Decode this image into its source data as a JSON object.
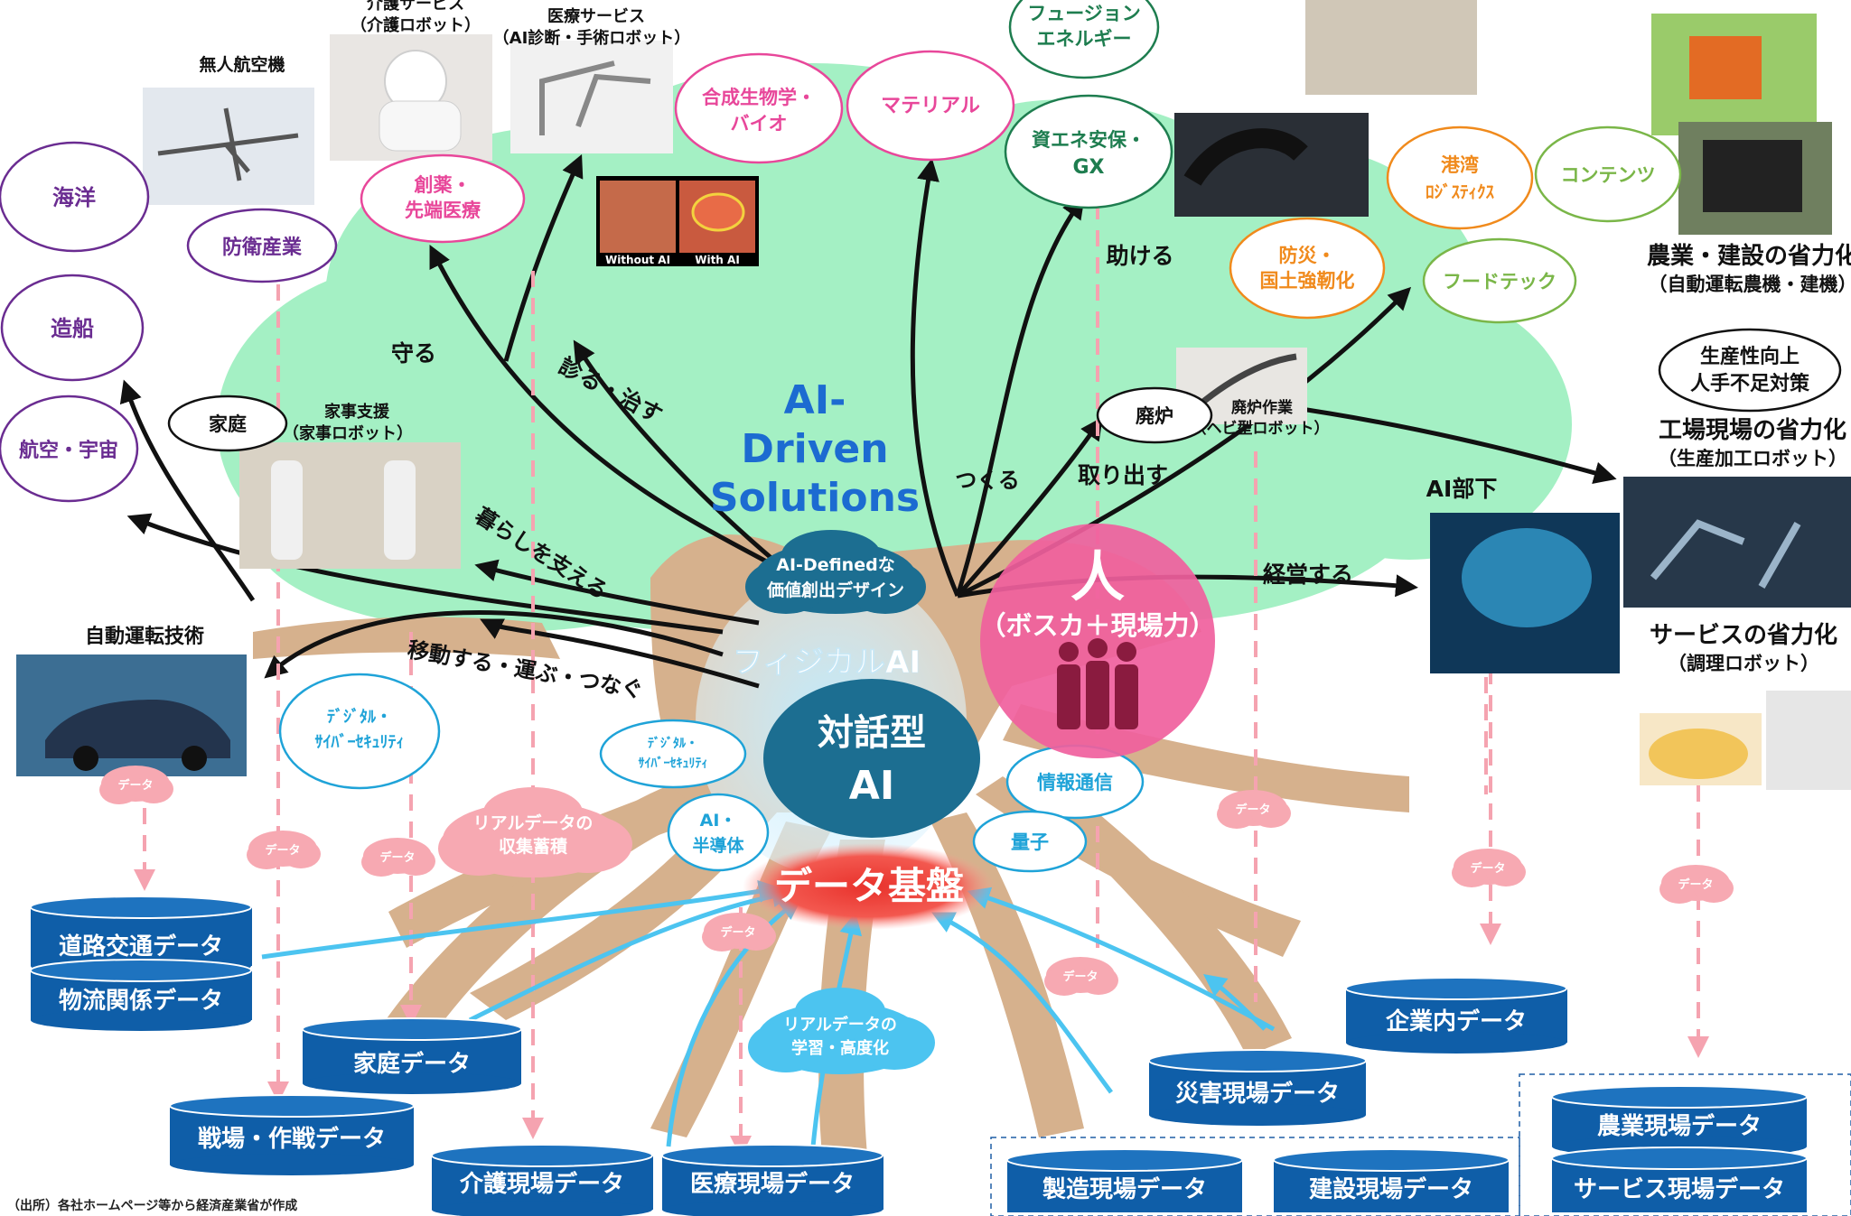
{
  "colors": {
    "tree_canopy": "#a4f0c4",
    "tree_trunk": "#d6b18d",
    "ai_core": "#1c6e91",
    "human_circle": "#f0609d",
    "data_base_bg": "#e8322c",
    "db_blue": "#0f5ea8",
    "data_cloud": "#f7a9b2",
    "root_arrow": "#4cc4f0"
  },
  "center": {
    "ai_driven": [
      "AI-",
      "Driven",
      "Solutions"
    ],
    "value_design": [
      "AI-Definedな",
      "価値創出デザイン"
    ],
    "physical_ai": "フィジカルAI",
    "dialog_ai": [
      "対話型",
      "AI"
    ],
    "human": "人",
    "human_sub": "（ボスカ＋現場力）",
    "data_base": "データ基盤"
  },
  "verbs": {
    "mamoru": "守る",
    "miru_naosu": "診る・治す",
    "kurashi": "暮らしを支える",
    "ido": "移動する・運ぶ・つなぐ",
    "tsukuru": "つくる",
    "tasukeru": "助ける",
    "toridasu": "取り出す",
    "keiei": "経営する",
    "ai_buka": "AI部下"
  },
  "bubbles": {
    "kaiyo": "海洋",
    "zosen": "造船",
    "koku": "航空・宇宙",
    "boei": "防衛産業",
    "sōyaku": [
      "創薬・",
      "先端医療"
    ],
    "gosei": [
      "合成生物学・",
      "バイオ"
    ],
    "material": "マテリアル",
    "fusion": [
      "フュージョン",
      "エネルギー"
    ],
    "shigen": [
      "資エネ安保・",
      "GX"
    ],
    "bousai": [
      "防災・",
      "国土強靭化"
    ],
    "kowan": [
      "港湾",
      "ﾛｼﾞｽﾃｨｸｽ"
    ],
    "contents": "コンテンツ",
    "foodtech": "フードテック",
    "katei": "家庭",
    "hairo": "廃炉",
    "seisansei": [
      "生産性向上",
      "人手不足対策"
    ],
    "digital1": [
      "ﾃﾞｼﾞﾀﾙ・",
      "ｻｲﾊﾞｰｾｷｭﾘﾃｨ"
    ],
    "digital2": [
      "ﾃﾞｼﾞﾀﾙ・",
      "ｻｲﾊﾞｰｾｷｭﾘﾃｨ"
    ],
    "ai_semi": [
      "AI・",
      "半導体"
    ],
    "joho": "情報通信",
    "ryoshi": "量子"
  },
  "photo_labels": {
    "uav": "無人航空機",
    "kaigo": [
      "介護サービス",
      "（介護ロボット）"
    ],
    "iryo": [
      "医療サービス",
      "（AI診断・手術ロボット）"
    ],
    "kaji": [
      "家事支援",
      "（家事ロボット）"
    ],
    "jido": "自動運転技術",
    "hairo_sagyo": [
      "廃炉作業",
      "（ヘビ型ロボット）"
    ],
    "nogyo": [
      "農業・建設の省力化",
      "（自動運転農機・建機）"
    ],
    "kojo": [
      "工場現場の省力化",
      "（生産加工ロボット）"
    ],
    "service": [
      "サービスの省力化",
      "（調理ロボット）"
    ],
    "without_ai": "Without AI",
    "with_ai": "With AI"
  },
  "clouds": {
    "data": "データ",
    "real_collect": [
      "リアルデータの",
      "収集蓄積"
    ],
    "real_learn": [
      "リアルデータの",
      "学習・高度化"
    ]
  },
  "databases": {
    "road": "道路交通データ",
    "logistics": "物流関係データ",
    "home": "家庭データ",
    "battle": "戦場・作戦データ",
    "care": "介護現場データ",
    "medical": "医療現場データ",
    "enterprise": "企業内データ",
    "disaster": "災害現場データ",
    "manufacturing": "製造現場データ",
    "construction": "建設現場データ",
    "agriculture": "農業現場データ",
    "service": "サービス現場データ"
  },
  "source": "（出所）各社ホームページ等から経済産業省が作成"
}
